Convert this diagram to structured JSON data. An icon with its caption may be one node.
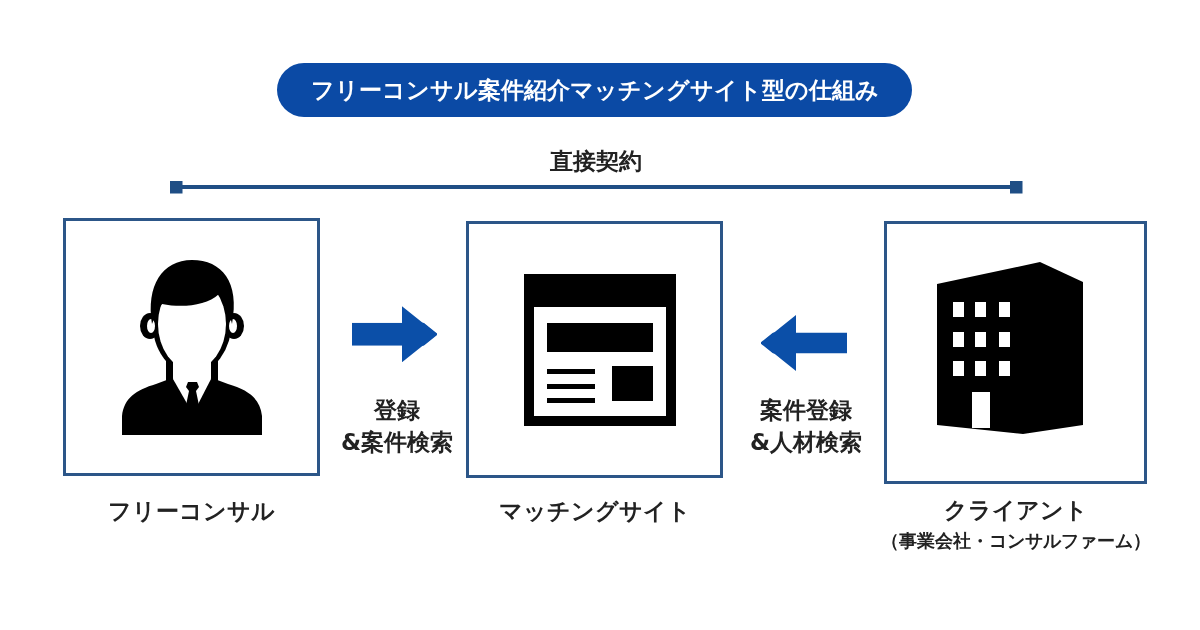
{
  "diagram": {
    "title": "フリーコンサル案件紹介マッチングサイト型の仕組み",
    "nodes": [
      {
        "text": [
          "フリーコンサル"
        ]
      },
      {
        "text": [
          "マッチングサイト"
        ]
      },
      {
        "text": [
          "クライアント",
          "（事業会社・コンサルファーム）"
        ]
      }
    ],
    "edges": [
      {
        "from": 0,
        "to": 2,
        "arrow": "other",
        "label": "直接契約",
        "color": "#1f4e85"
      },
      {
        "from": 0,
        "to": 1,
        "arrow": "to",
        "label": "登録 &案件検索"
      },
      {
        "from": 2,
        "to": 1,
        "arrow": "to",
        "label": "案件登録 &人材検索"
      }
    ]
  }
}
